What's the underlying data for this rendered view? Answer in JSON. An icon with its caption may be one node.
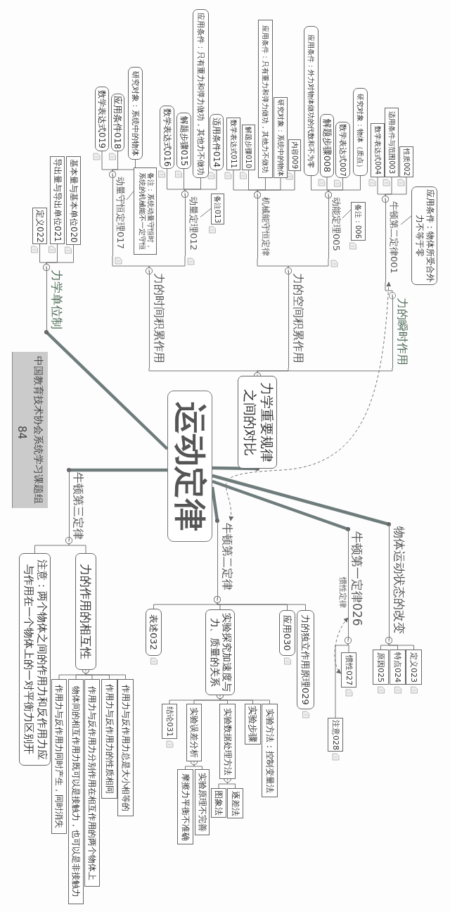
{
  "diagram": {
    "nodes": [
      {
        "text": [
          "运动定律"
        ]
      },
      {
        "text": [
          "力学单位制"
        ]
      },
      {
        "text": [
          "基本量与基本单位020"
        ]
      },
      {
        "text": [
          "导出量与导出单位021"
        ]
      },
      {
        "text": [
          "定义022"
        ]
      },
      {
        "text": [
          "力学重要规律之间的对比"
        ]
      },
      {
        "text": [
          "力的时间积累作用"
        ]
      },
      {
        "text": [
          "力的空间积累作用"
        ]
      },
      {
        "text": [
          "力的瞬时作用"
        ]
      },
      {
        "text": [
          "动量守恒定理017"
        ]
      },
      {
        "text": [
          "备注：系统动量守恒时，系统的机械能不一定守恒"
        ]
      },
      {
        "text": [
          "数学表达式019"
        ]
      },
      {
        "text": [
          "应用条件018"
        ]
      },
      {
        "text": [
          "研究对象：系统中的物体"
        ]
      },
      {
        "text": [
          "动量定理012"
        ]
      },
      {
        "text": [
          "备注013"
        ]
      },
      {
        "text": [
          "数学表达式016"
        ]
      },
      {
        "text": [
          "解题步骤015"
        ]
      },
      {
        "text": [
          "应用条件：只有重力和弹力做功，其他力不做功"
        ]
      },
      {
        "text": [
          "适用条件014"
        ]
      },
      {
        "text": [
          "机械能守恒定律"
        ]
      },
      {
        "text": [
          "数学表达式011"
        ]
      },
      {
        "text": [
          "解题步骤010"
        ]
      },
      {
        "text": [
          "应用条件：只有重力和弹力做功，其他力不做功"
        ]
      },
      {
        "text": [
          "研究对象：系统中的物体"
        ]
      },
      {
        "text": [
          "内容009"
        ]
      },
      {
        "text": [
          "动能定理005"
        ]
      },
      {
        "text": [
          "备注：006"
        ]
      },
      {
        "text": [
          "应用条件：外力对物体做功的代数和不为零"
        ]
      },
      {
        "text": [
          "解题步骤008"
        ]
      },
      {
        "text": [
          "数学表达式007"
        ]
      },
      {
        "text": [
          "研究对象：物体（质点）"
        ]
      },
      {
        "text": [
          "牛顿第二定律001"
        ]
      },
      {
        "text": [
          "数学表达式004"
        ]
      },
      {
        "text": [
          "适用条件与范围003"
        ]
      },
      {
        "text": [
          "性质002"
        ]
      },
      {
        "text": [
          "应用条件：物体所受合外力不等于零"
        ]
      },
      {
        "text": [
          "牛顿第三定律"
        ]
      },
      {
        "text": [
          "力的作用的相互性"
        ]
      },
      {
        "text": [
          "注意：两个物体之间的作用力和反作用力应与作用在一个物体上的一对平衡力区别开"
        ]
      },
      {
        "text": [
          "作用力与反作用力总是大小相等的"
        ]
      },
      {
        "text": [
          "作用力与反作用力的性质相同"
        ]
      },
      {
        "text": [
          "作用力与反作用力分别作用在相互作用的两个物体上"
        ]
      },
      {
        "text": [
          "物体间的相互作用力既可以是接触力，也可以是非接触力"
        ]
      },
      {
        "text": [
          "作用力与反作用力同时产生，同时消失"
        ]
      },
      {
        "text": [
          "牛顿第二定律"
        ]
      },
      {
        "text": [
          "实验探究加速度与力、质量的关系"
        ]
      },
      {
        "text": [
          "表述032"
        ]
      },
      {
        "text": [
          "力的独立作用原理029"
        ]
      },
      {
        "text": [
          "应用030"
        ]
      },
      {
        "text": [
          "实验方法：控制变量法"
        ]
      },
      {
        "text": [
          "实验步骤"
        ]
      },
      {
        "text": [
          "实验数据处理方法"
        ]
      },
      {
        "text": [
          "实验误差分析"
        ]
      },
      {
        "text": [
          "结论031"
        ]
      },
      {
        "text": [
          "逐差法"
        ]
      },
      {
        "text": [
          "图象法"
        ]
      },
      {
        "text": [
          "实验原理不完善"
        ]
      },
      {
        "text": [
          "摩擦力平衡不准确"
        ]
      },
      {
        "text": [
          "牛顿第一定律026"
        ],
        "beside": [
          "惯性定律"
        ]
      },
      {
        "text": [
          "惯性027"
        ]
      },
      {
        "text": [
          "注意028"
        ]
      },
      {
        "text": [
          "物体运动状态的改变"
        ]
      },
      {
        "text": [
          "定义023"
        ]
      },
      {
        "text": [
          "特点024"
        ]
      },
      {
        "text": [
          "原因025"
        ]
      }
    ],
    "edges": [
      {
        "from": 0,
        "to": 1,
        "arrow": "other",
        "style": "thick"
      },
      {
        "from": 0,
        "to": 5,
        "arrow": "other",
        "style": "thick"
      },
      {
        "from": 0,
        "to": 37,
        "arrow": "other",
        "style": "thick"
      },
      {
        "from": 0,
        "to": 45,
        "arrow": "other",
        "style": "thick"
      },
      {
        "from": 0,
        "to": 59,
        "arrow": "other",
        "style": "thick"
      },
      {
        "from": 0,
        "to": 62,
        "arrow": "other",
        "style": "thick"
      },
      {
        "from": 1,
        "to": 2,
        "arrow": "other"
      },
      {
        "from": 1,
        "to": 3,
        "arrow": "other"
      },
      {
        "from": 1,
        "to": 4,
        "arrow": "other"
      },
      {
        "from": 5,
        "to": 6,
        "arrow": "other"
      },
      {
        "from": 5,
        "to": 7,
        "arrow": "other"
      },
      {
        "from": 5,
        "to": 8,
        "arrow": "other"
      },
      {
        "from": 6,
        "to": 9,
        "arrow": "other"
      },
      {
        "from": 6,
        "to": 14,
        "arrow": "other"
      },
      {
        "from": 10,
        "to": 9,
        "arrow": "none"
      },
      {
        "from": 9,
        "to": 11,
        "arrow": "other"
      },
      {
        "from": 9,
        "to": 12,
        "arrow": "other"
      },
      {
        "from": 9,
        "to": 13,
        "arrow": "other"
      },
      {
        "from": 15,
        "to": 14,
        "arrow": "none"
      },
      {
        "from": 14,
        "to": 16,
        "arrow": "other"
      },
      {
        "from": 14,
        "to": 17,
        "arrow": "other"
      },
      {
        "from": 14,
        "to": 18,
        "arrow": "other"
      },
      {
        "from": 14,
        "to": 19,
        "arrow": "other"
      },
      {
        "from": 7,
        "to": 20,
        "arrow": "other"
      },
      {
        "from": 7,
        "to": 26,
        "arrow": "other"
      },
      {
        "from": 20,
        "to": 21,
        "arrow": "other"
      },
      {
        "from": 20,
        "to": 22,
        "arrow": "other"
      },
      {
        "from": 20,
        "to": 23,
        "arrow": "other"
      },
      {
        "from": 20,
        "to": 24,
        "arrow": "other"
      },
      {
        "from": 20,
        "to": 25,
        "arrow": "other"
      },
      {
        "from": 27,
        "to": 26,
        "arrow": "none"
      },
      {
        "from": 26,
        "to": 28,
        "arrow": "other"
      },
      {
        "from": 26,
        "to": 29,
        "arrow": "other"
      },
      {
        "from": 26,
        "to": 30,
        "arrow": "other"
      },
      {
        "from": 26,
        "to": 31,
        "arrow": "other"
      },
      {
        "from": 8,
        "to": 32,
        "arrow": "other"
      },
      {
        "from": 32,
        "to": 33,
        "arrow": "other"
      },
      {
        "from": 32,
        "to": 34,
        "arrow": "other"
      },
      {
        "from": 32,
        "to": 35,
        "arrow": "other"
      },
      {
        "from": 36,
        "to": 32,
        "arrow": "none"
      },
      {
        "from": 37,
        "to": 38,
        "arrow": "other"
      },
      {
        "from": 37,
        "to": 39,
        "arrow": "other"
      },
      {
        "from": 38,
        "to": 40,
        "arrow": "other"
      },
      {
        "from": 38,
        "to": 41,
        "arrow": "other"
      },
      {
        "from": 38,
        "to": 42,
        "arrow": "other"
      },
      {
        "from": 38,
        "to": 43,
        "arrow": "other"
      },
      {
        "from": 38,
        "to": 44,
        "arrow": "other"
      },
      {
        "from": 45,
        "to": 46,
        "arrow": "other"
      },
      {
        "from": 45,
        "to": 47,
        "arrow": "other"
      },
      {
        "from": 45,
        "to": 48,
        "arrow": "other"
      },
      {
        "from": 45,
        "to": 49,
        "arrow": "other"
      },
      {
        "from": 46,
        "to": 50,
        "arrow": "other"
      },
      {
        "from": 46,
        "to": 51,
        "arrow": "other"
      },
      {
        "from": 46,
        "to": 52,
        "arrow": "other"
      },
      {
        "from": 46,
        "to": 53,
        "arrow": "other"
      },
      {
        "from": 46,
        "to": 54,
        "arrow": "other"
      },
      {
        "from": 52,
        "to": 55,
        "arrow": "other"
      },
      {
        "from": 52,
        "to": 56,
        "arrow": "other"
      },
      {
        "from": 53,
        "to": 57,
        "arrow": "other"
      },
      {
        "from": 53,
        "to": 58,
        "arrow": "other"
      },
      {
        "from": 59,
        "to": 60,
        "arrow": "other"
      },
      {
        "from": 59,
        "to": 61,
        "arrow": "other"
      },
      {
        "from": 62,
        "to": 63,
        "arrow": "other"
      },
      {
        "from": 62,
        "to": 64,
        "arrow": "other"
      },
      {
        "from": 62,
        "to": 65,
        "arrow": "other"
      },
      {
        "from": 59,
        "to": 60,
        "arrow": "both",
        "style": "dashed"
      },
      {
        "from": 32,
        "to": 45,
        "arrow": "both",
        "style": "dashed"
      }
    ],
    "labels": [
      "中国教育技术协会系统学习课题组",
      "84"
    ]
  }
}
